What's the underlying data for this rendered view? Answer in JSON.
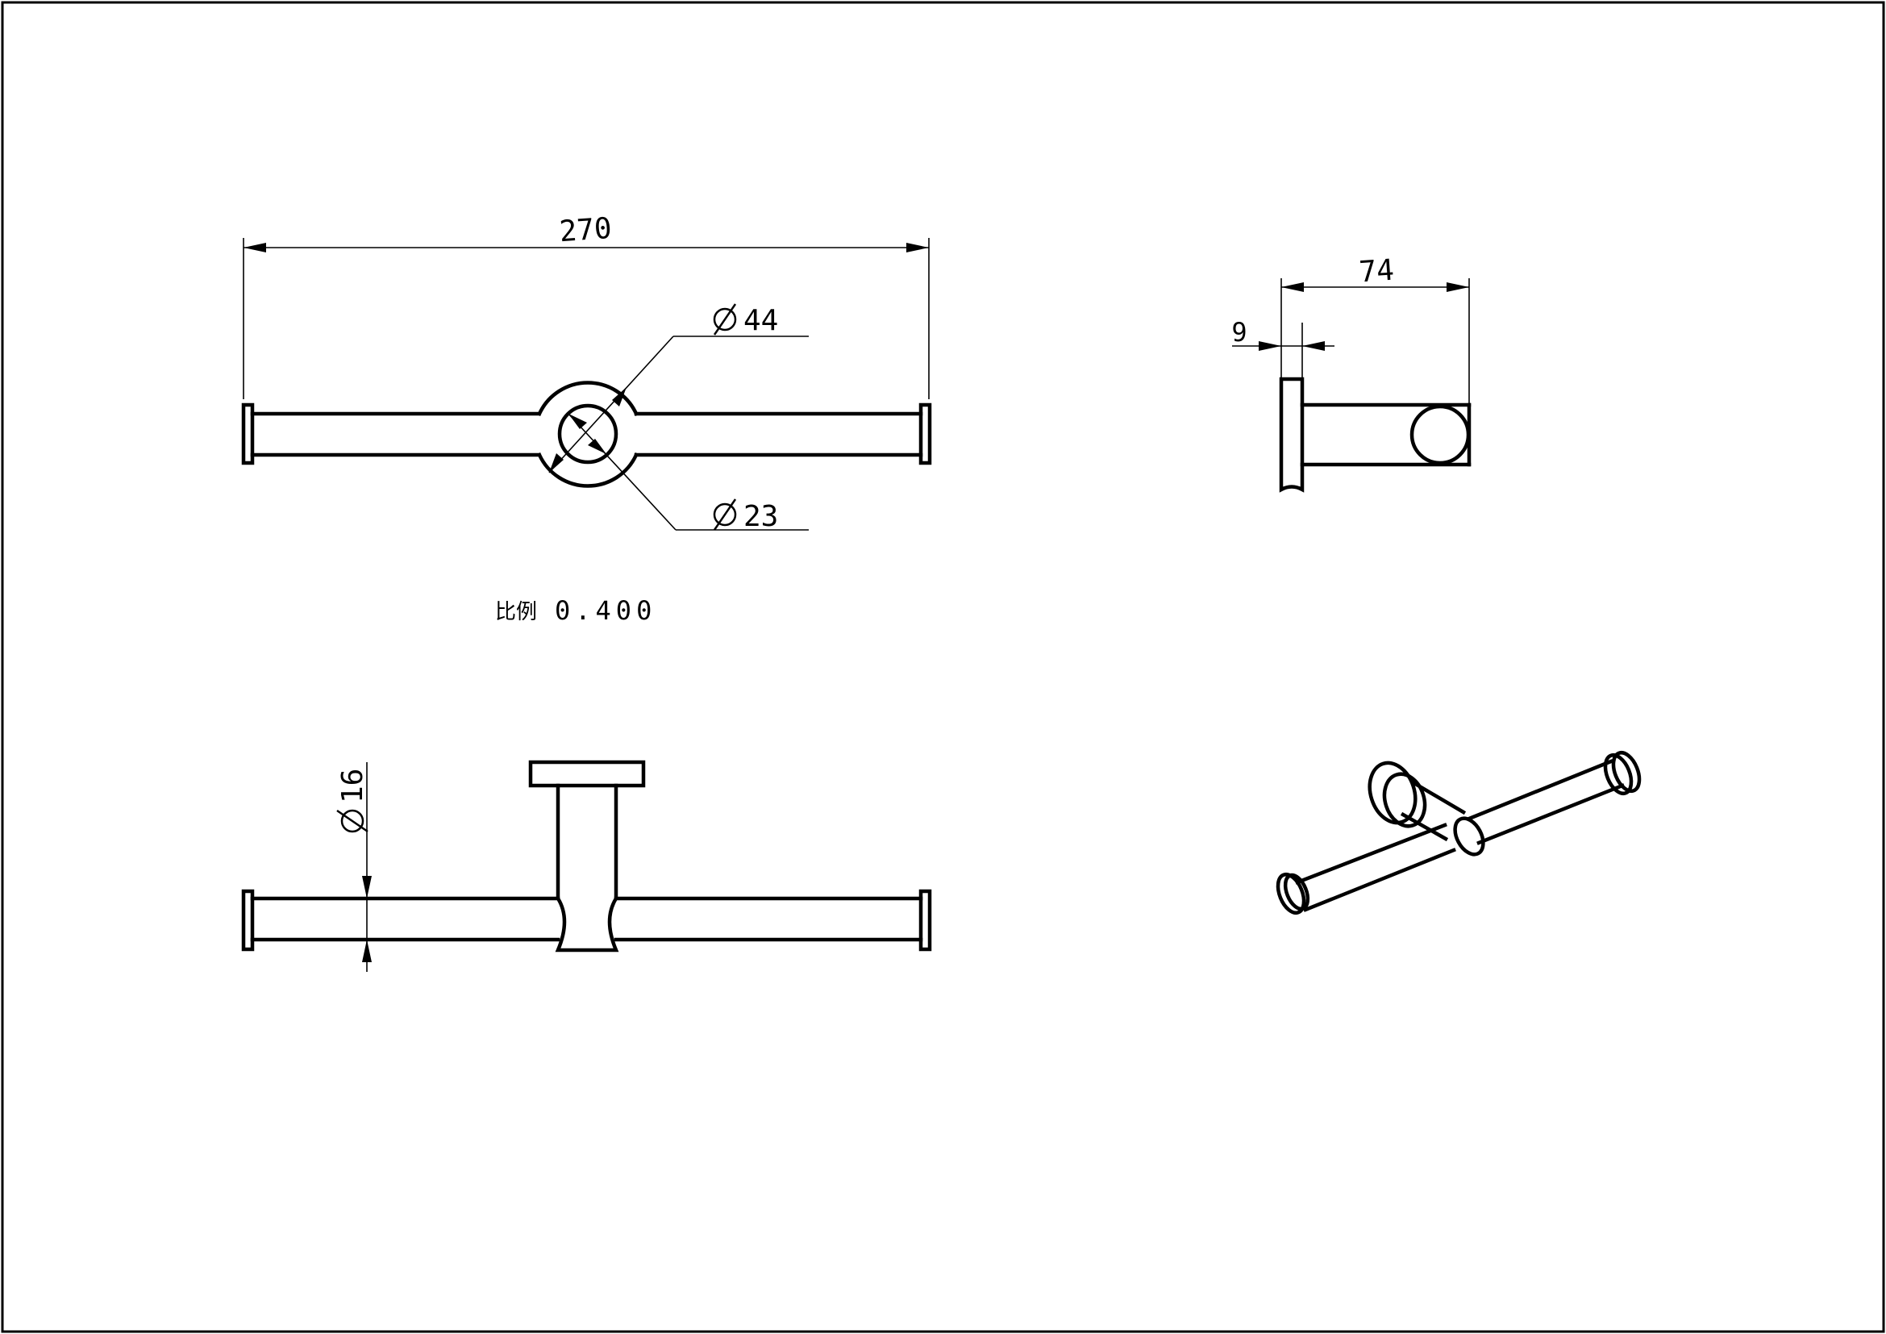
{
  "drawing": {
    "front_view": {
      "overall_length": "270",
      "flange_diameter": "44",
      "post_diameter": "23"
    },
    "scale": {
      "label": "比例",
      "value": "0.400"
    },
    "side_view": {
      "depth": "74",
      "flange_thickness": "9"
    },
    "top_view": {
      "bar_diameter": "16"
    }
  }
}
